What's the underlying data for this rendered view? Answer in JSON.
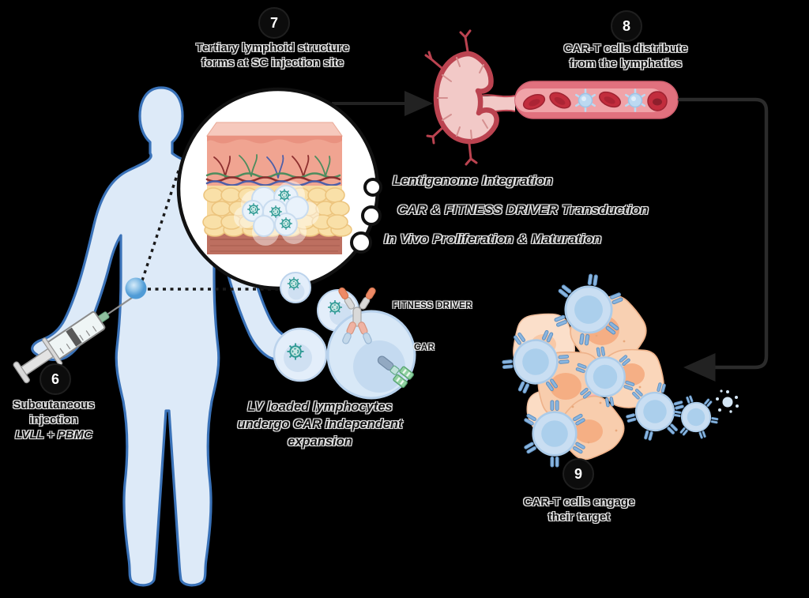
{
  "figure": {
    "background": "#000000",
    "steps": [
      {
        "number": "6",
        "lines": [
          "Subcutaneous",
          "injection"
        ],
        "sub": "LVLL + PBMC"
      },
      {
        "number": "7",
        "lines": [
          "Tertiary lymphoid structure",
          "forms at SC injection site"
        ]
      },
      {
        "number": "8",
        "lines": [
          "CAR-T cells distribute",
          "from the lymphatics"
        ]
      },
      {
        "number": "9",
        "lines": [
          "CAR-T cells engage",
          "their target"
        ]
      }
    ],
    "callouts": [
      "Lentigenome Integration",
      "CAR & FITNESS DRIVER Transduction",
      "In Vivo Proliferation & Maturation"
    ],
    "expansion_note": [
      "LV loaded lymphocytes",
      "undergo CAR independent",
      "expansion"
    ],
    "receptor_labels": {
      "fitness_driver": "FITNESS DRIVER",
      "car": "CAR"
    },
    "icons": [
      "human-body",
      "syringe",
      "magnifier-bubble",
      "skin-cross-section",
      "lentivirus",
      "lymph-node",
      "blood-vessel",
      "red-blood-cell",
      "car-t-cell",
      "tumor-cell",
      "antibody",
      "car-receptor",
      "sparkle-cell"
    ],
    "palette": {
      "body_fill": "#ddeaf8",
      "body_stroke": "#3a72b8",
      "node_fill": "#f2c9c7",
      "node_border": "#bb4350",
      "vessel_outer": "#e1717e",
      "vessel_inner": "#f0a3a8",
      "rbc": "#c22d3d",
      "cart_fill": "#c9def2",
      "cart_nucleus": "#abcfec",
      "tumor_fill": "#f8cdad",
      "tumor_nucleus": "#f5a97c",
      "fat": "#f8daa0",
      "epidermis": "#f0a491",
      "muscle": "#bd6f60",
      "virus_teal": "#2f9a94",
      "car_green": "#8fd0a0",
      "fitness_orange": "#ee8a66",
      "line_black": "#1a1a1a"
    }
  }
}
